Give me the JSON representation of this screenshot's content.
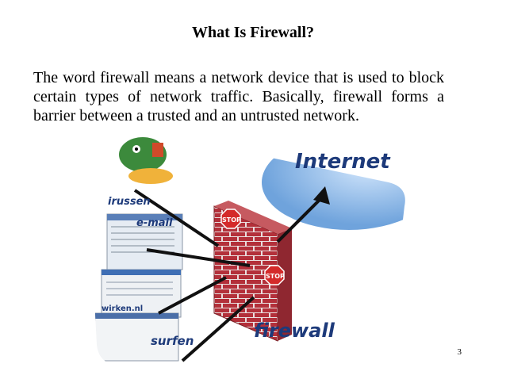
{
  "slide": {
    "title": "What Is Firewall?",
    "body": "The word firewall means a network device that is used to block certain types of network traffic. Basically, firewall forms a barrier between a trusted and an untrusted network.",
    "page_number": "3"
  },
  "illustration": {
    "internet_label": "Internet",
    "firewall_label": "firewall",
    "stop_label": "STOP",
    "viruses_label": "irussen",
    "email_label": "e-mail",
    "website_label": "wirken.nl",
    "surf_label": "surfen",
    "colors": {
      "brick": "#b8323a",
      "mortar": "#e8d8d8",
      "sign": "#d42a2a",
      "cloud": "#8fb9e6",
      "text_blue": "#1d3a7a"
    }
  }
}
